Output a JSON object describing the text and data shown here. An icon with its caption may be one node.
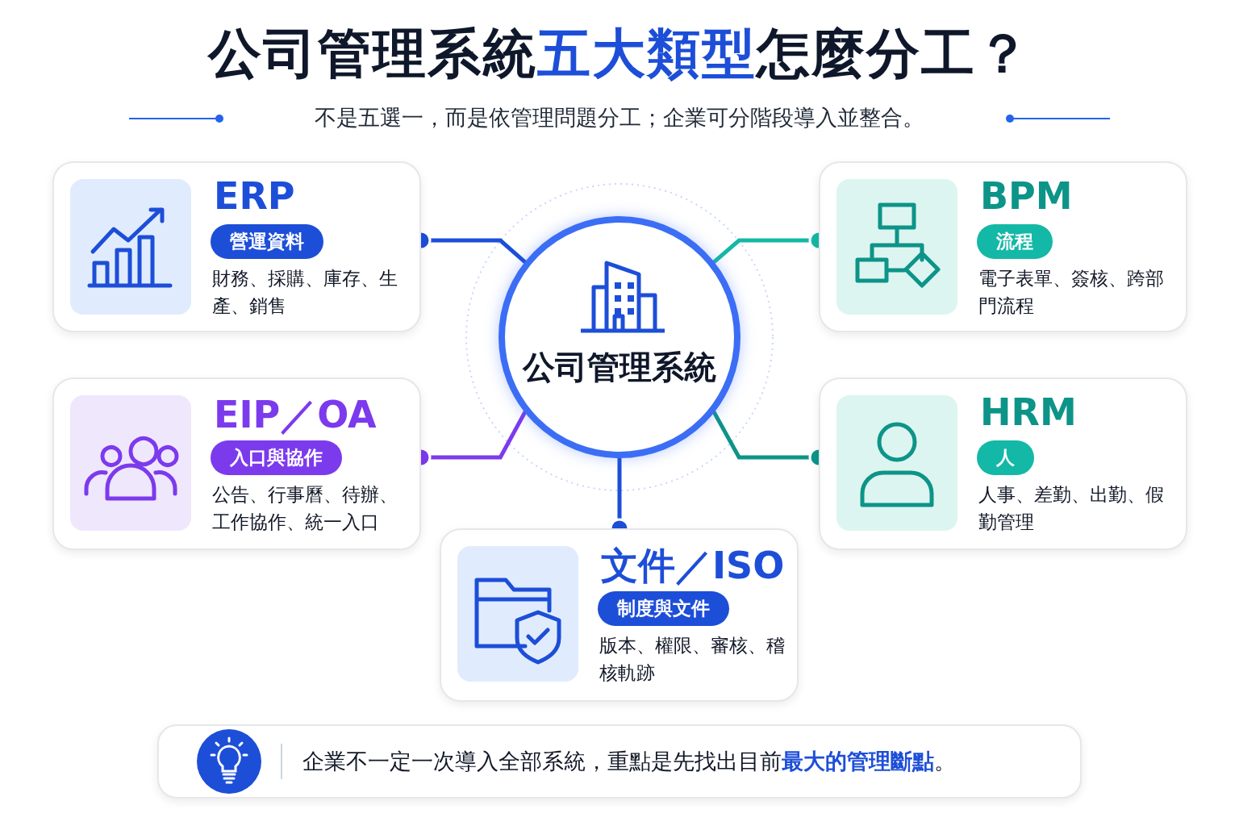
{
  "diagram": {
    "title": "公司管理系統**五大類型**怎麼分工？",
    "nodes": [
      {
        "text": [
          "公司管理系統"
        ]
      },
      {
        "text": [
          "ERP",
          "營運資料",
          "財務、採購、庫存、生產、銷售"
        ]
      },
      {
        "text": [
          "BPM",
          "流程",
          "電子表單、簽核、跨部門流程"
        ]
      },
      {
        "text": [
          "EIP／OA",
          "入口與協作",
          "公告、行事曆、待辦、工作協作、統一入口"
        ]
      },
      {
        "text": [
          "HRM",
          "人",
          "人事、差勤、出勤、假勤管理"
        ]
      },
      {
        "text": [
          "文件／ISO",
          "制度與文件",
          "版本、權限、審核、稽核軌跡"
        ]
      }
    ],
    "edges": [
      {
        "from": 0,
        "to": 1,
        "arrow": "other",
        "color": "#1d4ed8"
      },
      {
        "from": 0,
        "to": 2,
        "arrow": "other",
        "color": "#14b8a6"
      },
      {
        "from": 0,
        "to": 3,
        "arrow": "other",
        "color": "#7c3aed"
      },
      {
        "from": 0,
        "to": 4,
        "arrow": "other",
        "color": "#0d9488"
      },
      {
        "from": 0,
        "to": 5,
        "arrow": "other",
        "color": "#1d4ed8"
      }
    ],
    "labels": [
      "不是五選一，而是依管理問題分工；企業可分階段導入並整合。",
      "企業不一定一次導入全部系統，重點是先找出目前**最大的管理斷點**。"
    ]
  }
}
